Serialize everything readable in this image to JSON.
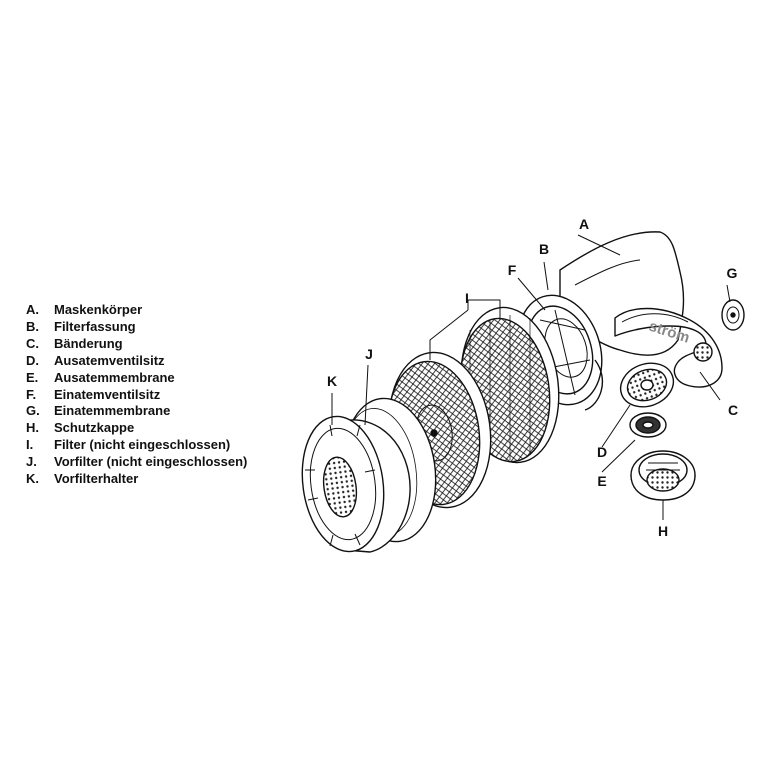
{
  "legend": [
    {
      "key": "A.",
      "label": "Maskenkörper"
    },
    {
      "key": "B.",
      "label": "Filterfassung"
    },
    {
      "key": "C.",
      "label": "Bänderung"
    },
    {
      "key": "D.",
      "label": "Ausatemventilsitz"
    },
    {
      "key": "E.",
      "label": "Ausatemmembrane"
    },
    {
      "key": "F.",
      "label": "Einatemventilsitz"
    },
    {
      "key": "G.",
      "label": "Einatemmembrane"
    },
    {
      "key": "H.",
      "label": "Schutzkappe"
    },
    {
      "key": "I.",
      "label": "Filter (nicht eingeschlossen)"
    },
    {
      "key": "J.",
      "label": "Vorfilter (nicht eingeschlossen)"
    },
    {
      "key": "K.",
      "label": "Vorfilterhalter"
    }
  ],
  "callouts": {
    "a": "A",
    "b": "B",
    "c": "C",
    "d": "D",
    "e": "E",
    "f": "F",
    "g": "G",
    "h": "H",
    "i": "I",
    "j": "J",
    "k": "K"
  },
  "brand_text": "ström",
  "colors": {
    "line": "#111111",
    "fill": "#ffffff",
    "shade": "#555555",
    "brand": "#888888"
  }
}
